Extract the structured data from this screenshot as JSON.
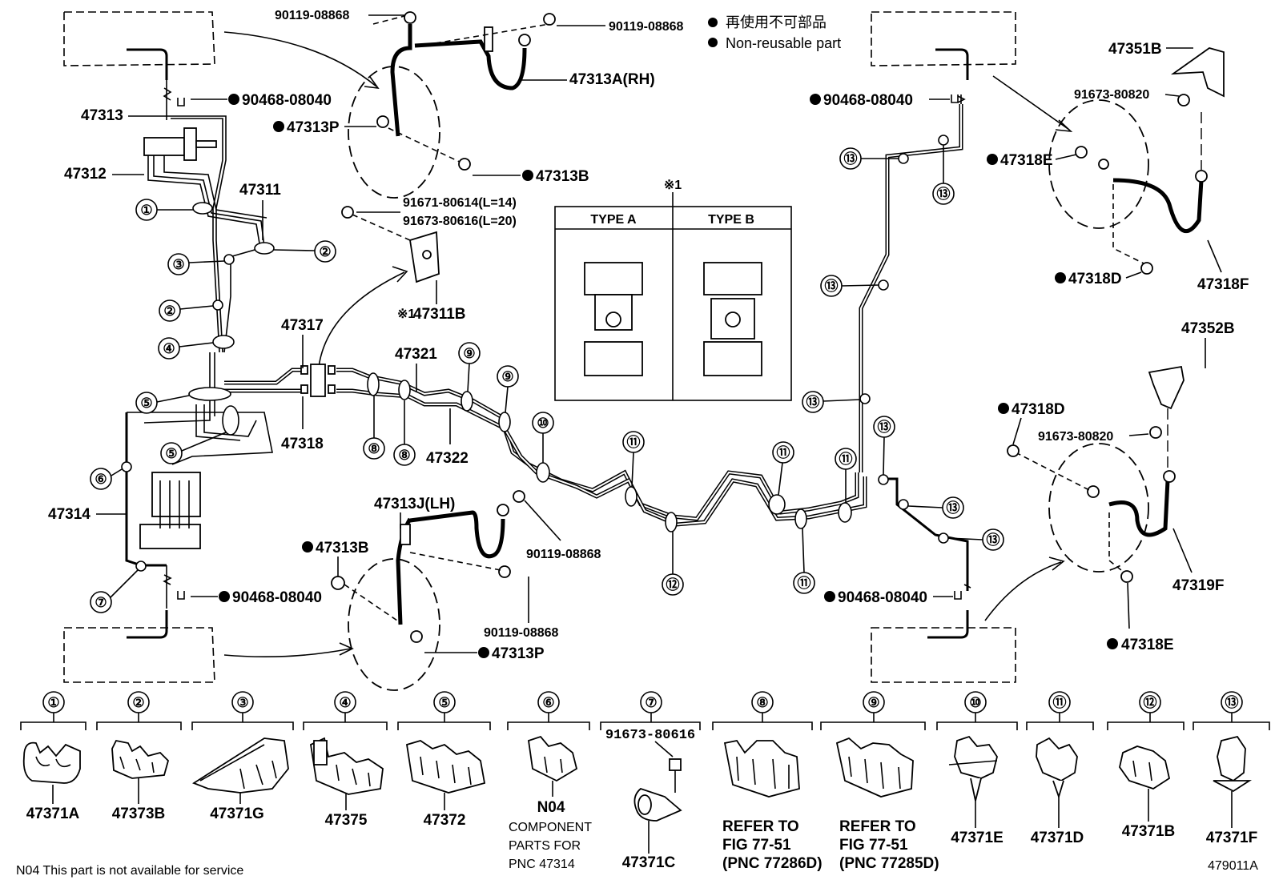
{
  "legend": {
    "jp_text": "再使用不可部品",
    "en_text": "Non-reusable part"
  },
  "figure_id": "479011A",
  "footnote": "N04 This part is not available for service",
  "labels": {
    "l47313": "47313",
    "l47312": "47312",
    "l47311": "47311",
    "l47317": "47317",
    "l47318": "47318",
    "l47314": "47314",
    "l47321": "47321",
    "l47322": "47322",
    "l47313A": "47313A(RH)",
    "l47313J": "47313J(LH)",
    "l47313P_top": "47313P",
    "l47313B_top": "47313B",
    "l47313B_bot": "47313B",
    "l47313P_bot": "47313P",
    "l47311B": "47311B",
    "l47311B_mark": "※1",
    "l90119_1": "90119-08868",
    "l90119_2": "90119-08868",
    "l90119_3": "90119-08868",
    "l90119_4": "90119-08868",
    "l90468_1": "90468-08040",
    "l90468_2": "90468-08040",
    "l90468_3": "90468-08040",
    "l90468_4": "90468-08040",
    "l91671": "91671-80614(L=14)",
    "l91673_a": "91673-80616(L=20)",
    "l47351B": "47351B",
    "l91673_b": "91673-80820",
    "l91673_c": "91673-80820",
    "l47318E_top": "47318E",
    "l47318D_top": "47318D",
    "l47318F": "47318F",
    "l47352B": "47352B",
    "l47318D_bot": "47318D",
    "l47319F": "47319F",
    "l47318E_bot": "47318E"
  },
  "type_box": {
    "mark": "※1",
    "type_a": "TYPE A",
    "type_b": "TYPE B"
  },
  "clamp_numbers": [
    "①",
    "②",
    "③",
    "④",
    "⑤",
    "⑥",
    "⑦",
    "⑧",
    "⑨",
    "⑩",
    "⑪",
    "⑫",
    "⑬"
  ],
  "bottom_parts": [
    {
      "num": "①",
      "part": "47371A"
    },
    {
      "num": "②",
      "part": "47373B"
    },
    {
      "num": "③",
      "part": "47371G"
    },
    {
      "num": "④",
      "part": "47375"
    },
    {
      "num": "⑤",
      "part": "47372"
    },
    {
      "num": "⑥",
      "part": "N04",
      "note1": "COMPONENT",
      "note2": "PARTS FOR",
      "note3": "PNC 47314"
    },
    {
      "num": "⑦",
      "part": "47371C",
      "sub": "91673-80616"
    },
    {
      "num": "⑧",
      "ref1": "REFER TO",
      "ref2": "FIG 77-51",
      "ref3": "(PNC 77286D)"
    },
    {
      "num": "⑨",
      "ref1": "REFER TO",
      "ref2": "FIG 77-51",
      "ref3": "(PNC 77285D)"
    },
    {
      "num": "⑩",
      "part": "47371E"
    },
    {
      "num": "⑪",
      "part": "47371D"
    },
    {
      "num": "⑫",
      "part": "47371B"
    },
    {
      "num": "⑬",
      "part": "47371F"
    }
  ]
}
